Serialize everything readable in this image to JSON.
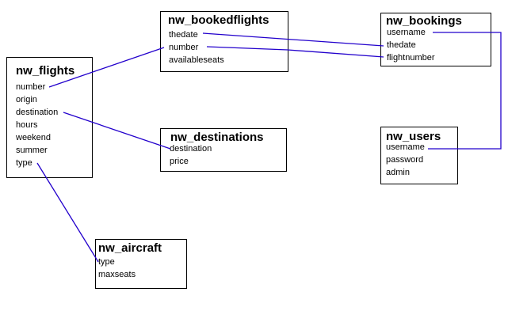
{
  "tables": {
    "flights": {
      "title": "nw_flights",
      "fields": [
        "number",
        "origin",
        "destination",
        "hours",
        "weekend",
        "summer",
        "type"
      ]
    },
    "bookedflights": {
      "title": "nw_bookedflights",
      "fields": [
        "thedate",
        "number",
        "availableseats"
      ]
    },
    "bookings": {
      "title": "nw_bookings",
      "fields": [
        "username",
        "thedate",
        "flightnumber"
      ]
    },
    "destinations": {
      "title": "nw_destinations",
      "fields": [
        "destination",
        "price"
      ]
    },
    "users": {
      "title": "nw_users",
      "fields": [
        "username",
        "password",
        "admin"
      ]
    },
    "aircraft": {
      "title": "nw_aircraft",
      "fields": [
        "type",
        "maxseats"
      ]
    }
  },
  "relations": [
    {
      "from": "nw_flights.number",
      "to": "nw_bookedflights.number"
    },
    {
      "from": "nw_flights.destination",
      "to": "nw_destinations.destination"
    },
    {
      "from": "nw_flights.type",
      "to": "nw_aircraft.type"
    },
    {
      "from": "nw_bookedflights.thedate",
      "to": "nw_bookings.thedate"
    },
    {
      "from": "nw_bookedflights.number",
      "to": "nw_bookings.flightnumber"
    },
    {
      "from": "nw_bookings.username",
      "to": "nw_users.username"
    }
  ],
  "colors": {
    "connector": "#2200cc",
    "border": "#000000",
    "background": "#ffffff"
  }
}
